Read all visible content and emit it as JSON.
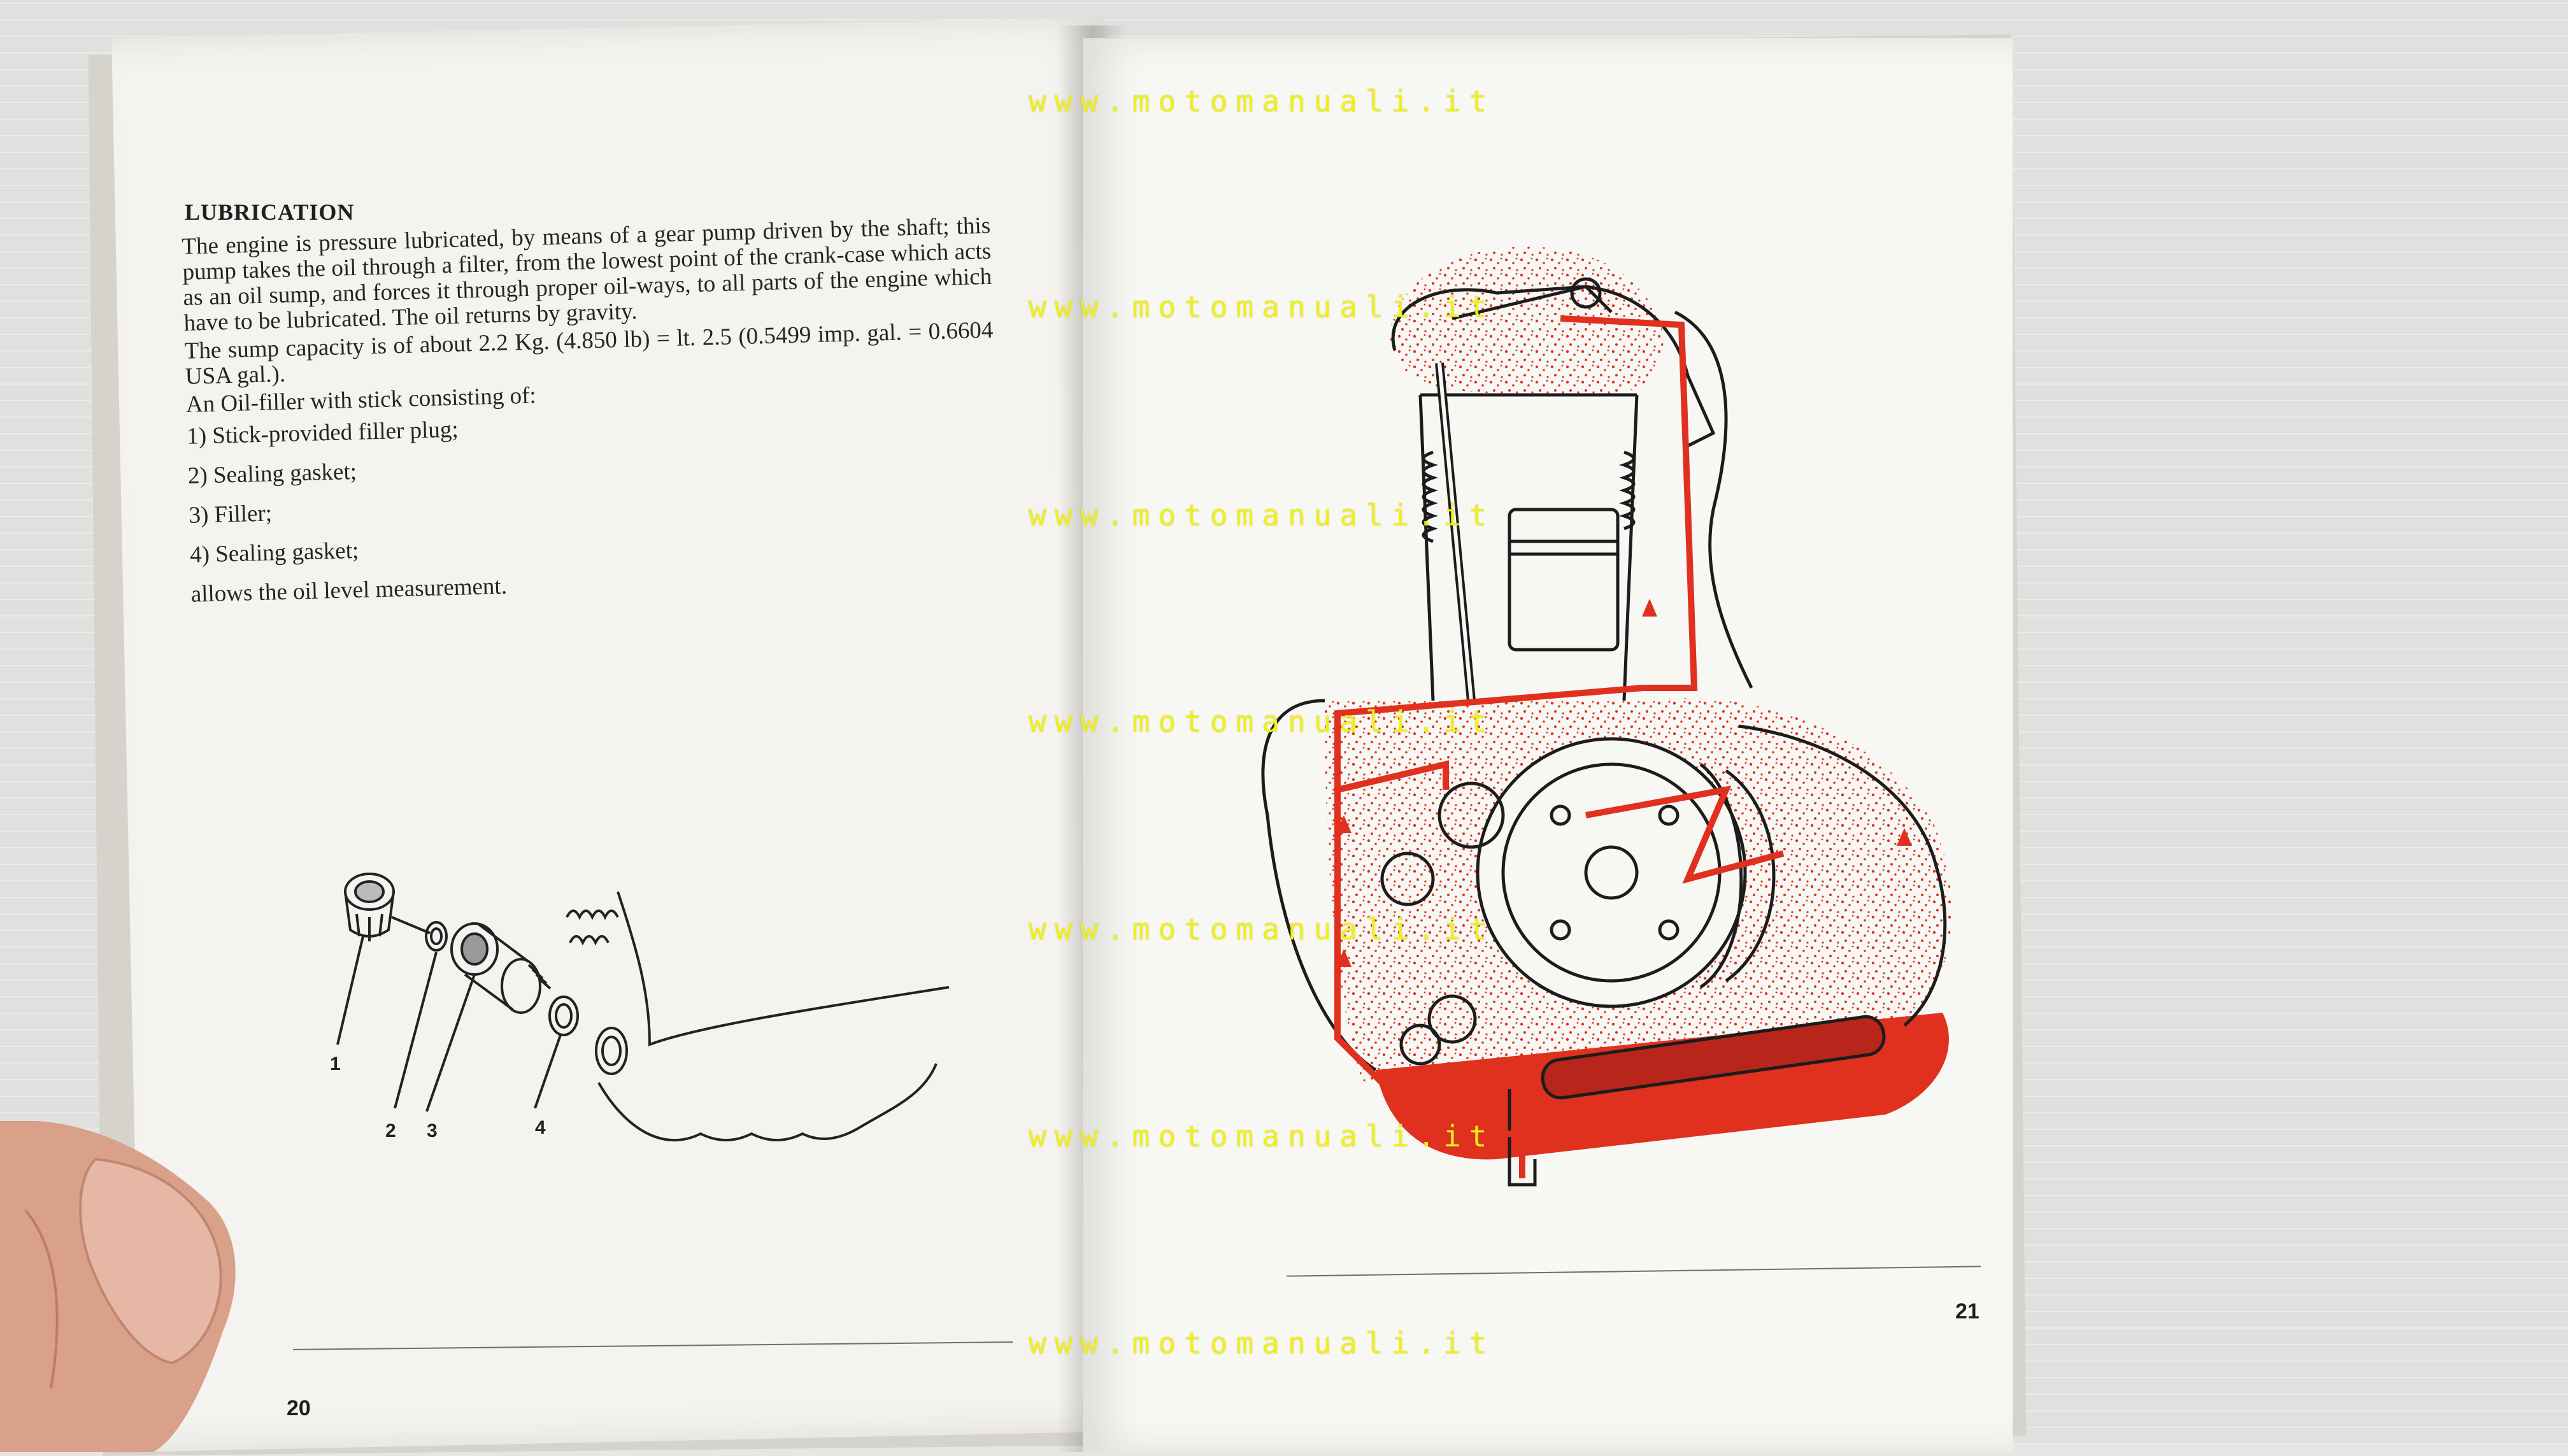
{
  "left_page": {
    "title": "LUBRICATION",
    "paragraphs": [
      "The engine is pressure lubricated, by means of a gear pump driven by the shaft; this pump takes the oil through a filter, from the lowest point of the crank-case which acts as an oil sump, and forces it through proper oil-ways, to all parts of the engine which have to be lubricated. The oil returns by gravity.",
      "The sump capacity is of about 2.2 Kg. (4.850 lb) = lt. 2.5 (0.5499 imp. gal. = 0.6604 USA gal.).",
      "An Oil-filler with stick consisting of:"
    ],
    "items": [
      "1) Stick-provided filler plug;",
      "2) Sealing gasket;",
      "3) Filler;",
      "4) Sealing gasket;"
    ],
    "closing": "allows the oil level measurement.",
    "figure_labels": [
      "1",
      "2",
      "3",
      "4"
    ],
    "page_number": "20"
  },
  "right_page": {
    "page_number": "21"
  },
  "watermark": "www.motomanuali.it",
  "colors": {
    "oil_red": "#e0301e",
    "paper": "#f7f7f4",
    "watermark": "#f1ef1a"
  }
}
